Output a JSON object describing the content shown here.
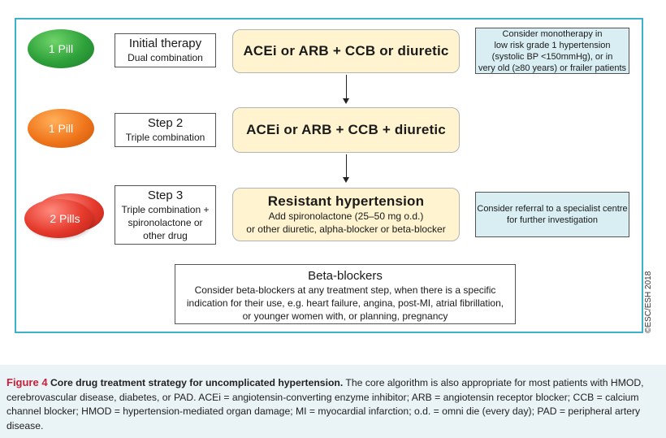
{
  "steps": [
    {
      "pill": "1 Pill",
      "step_title": "Initial therapy",
      "step_sub": "Dual combination",
      "drug": "ACEi or ARB + CCB or diuretic"
    },
    {
      "pill": "1 Pill",
      "step_title": "Step 2",
      "step_sub": "Triple combination",
      "drug": "ACEi or ARB + CCB + diuretic"
    },
    {
      "pill": "2 Pills",
      "step_title": "Step 3",
      "step_sub_lines": [
        "Triple combination +",
        "spironolactone or",
        "other drug"
      ],
      "drug_title": "Resistant hypertension",
      "drug_lines": [
        "Add spironolactone (25–50 mg o.d.)",
        "or other diuretic, alpha-blocker or beta-blocker"
      ]
    }
  ],
  "notes": {
    "monotherapy": [
      "Consider monotherapy in",
      "low risk grade 1 hypertension",
      "(systolic BP <150mmHg), or in",
      "very old (≥80 years) or frailer patients"
    ],
    "referral": [
      "Consider referral to a specialist centre",
      "for further investigation"
    ]
  },
  "beta_blockers": {
    "title": "Beta-blockers",
    "lines": [
      "Consider beta-blockers at any treatment step, when there is a specific",
      "indication for their use, e.g. heart failure, angina, post-MI, atrial fibrillation,",
      "or younger women with, or planning, pregnancy"
    ]
  },
  "copyright": "©ESC/ESH 2018",
  "caption": {
    "label": "Figure 4",
    "title": "Core drug treatment strategy for uncomplicated hypertension.",
    "body": "The core algorithm is also appropriate for most patients with HMOD, cerebrovascular disease, diabetes, or PAD. ACEi = angiotensin-converting enzyme inhibitor; ARB = angiotensin receptor blocker; CCB = calcium channel blocker; HMOD = hypertension-mediated organ damage; MI = myocardial infarction; o.d. = omni die (every day); PAD = peripheral artery disease."
  },
  "colors": {
    "frame": "#3ab2c8",
    "drug_box": "#fff4cf",
    "note_box": "#d9eef3",
    "caption_bg": "#eaf3f6",
    "figure_label": "#c8203a"
  }
}
